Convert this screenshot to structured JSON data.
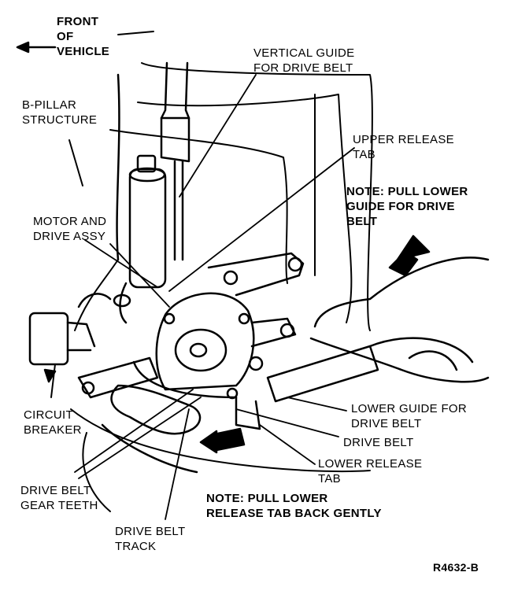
{
  "labels": {
    "front_of_vehicle": [
      "FRONT",
      "OF",
      "VEHICLE"
    ],
    "b_pillar": [
      "B-PILLAR",
      "STRUCTURE"
    ],
    "vertical_guide": [
      "VERTICAL GUIDE",
      "FOR DRIVE BELT"
    ],
    "upper_release_tab": [
      "UPPER RELEASE",
      "TAB"
    ],
    "note_lower_guide": [
      "NOTE: PULL LOWER",
      "GUIDE FOR DRIVE",
      "BELT"
    ],
    "motor_drive_assy": [
      "MOTOR AND",
      "DRIVE ASSY"
    ],
    "circuit_breaker": [
      "CIRCUIT",
      "BREAKER"
    ],
    "lower_guide": [
      "LOWER GUIDE FOR",
      "DRIVE BELT"
    ],
    "drive_belt": "DRIVE BELT",
    "lower_release_tab": [
      "LOWER RELEASE",
      "TAB"
    ],
    "note_lower_release": [
      "NOTE: PULL LOWER",
      "RELEASE TAB BACK GENTLY"
    ],
    "drive_belt_gear_teeth": [
      "DRIVE BELT",
      "GEAR TEETH"
    ],
    "drive_belt_track": [
      "DRIVE BELT",
      "TRACK"
    ],
    "figure_code": "R4632-B"
  },
  "colors": {
    "ink": "#000000",
    "paper": "#ffffff"
  }
}
